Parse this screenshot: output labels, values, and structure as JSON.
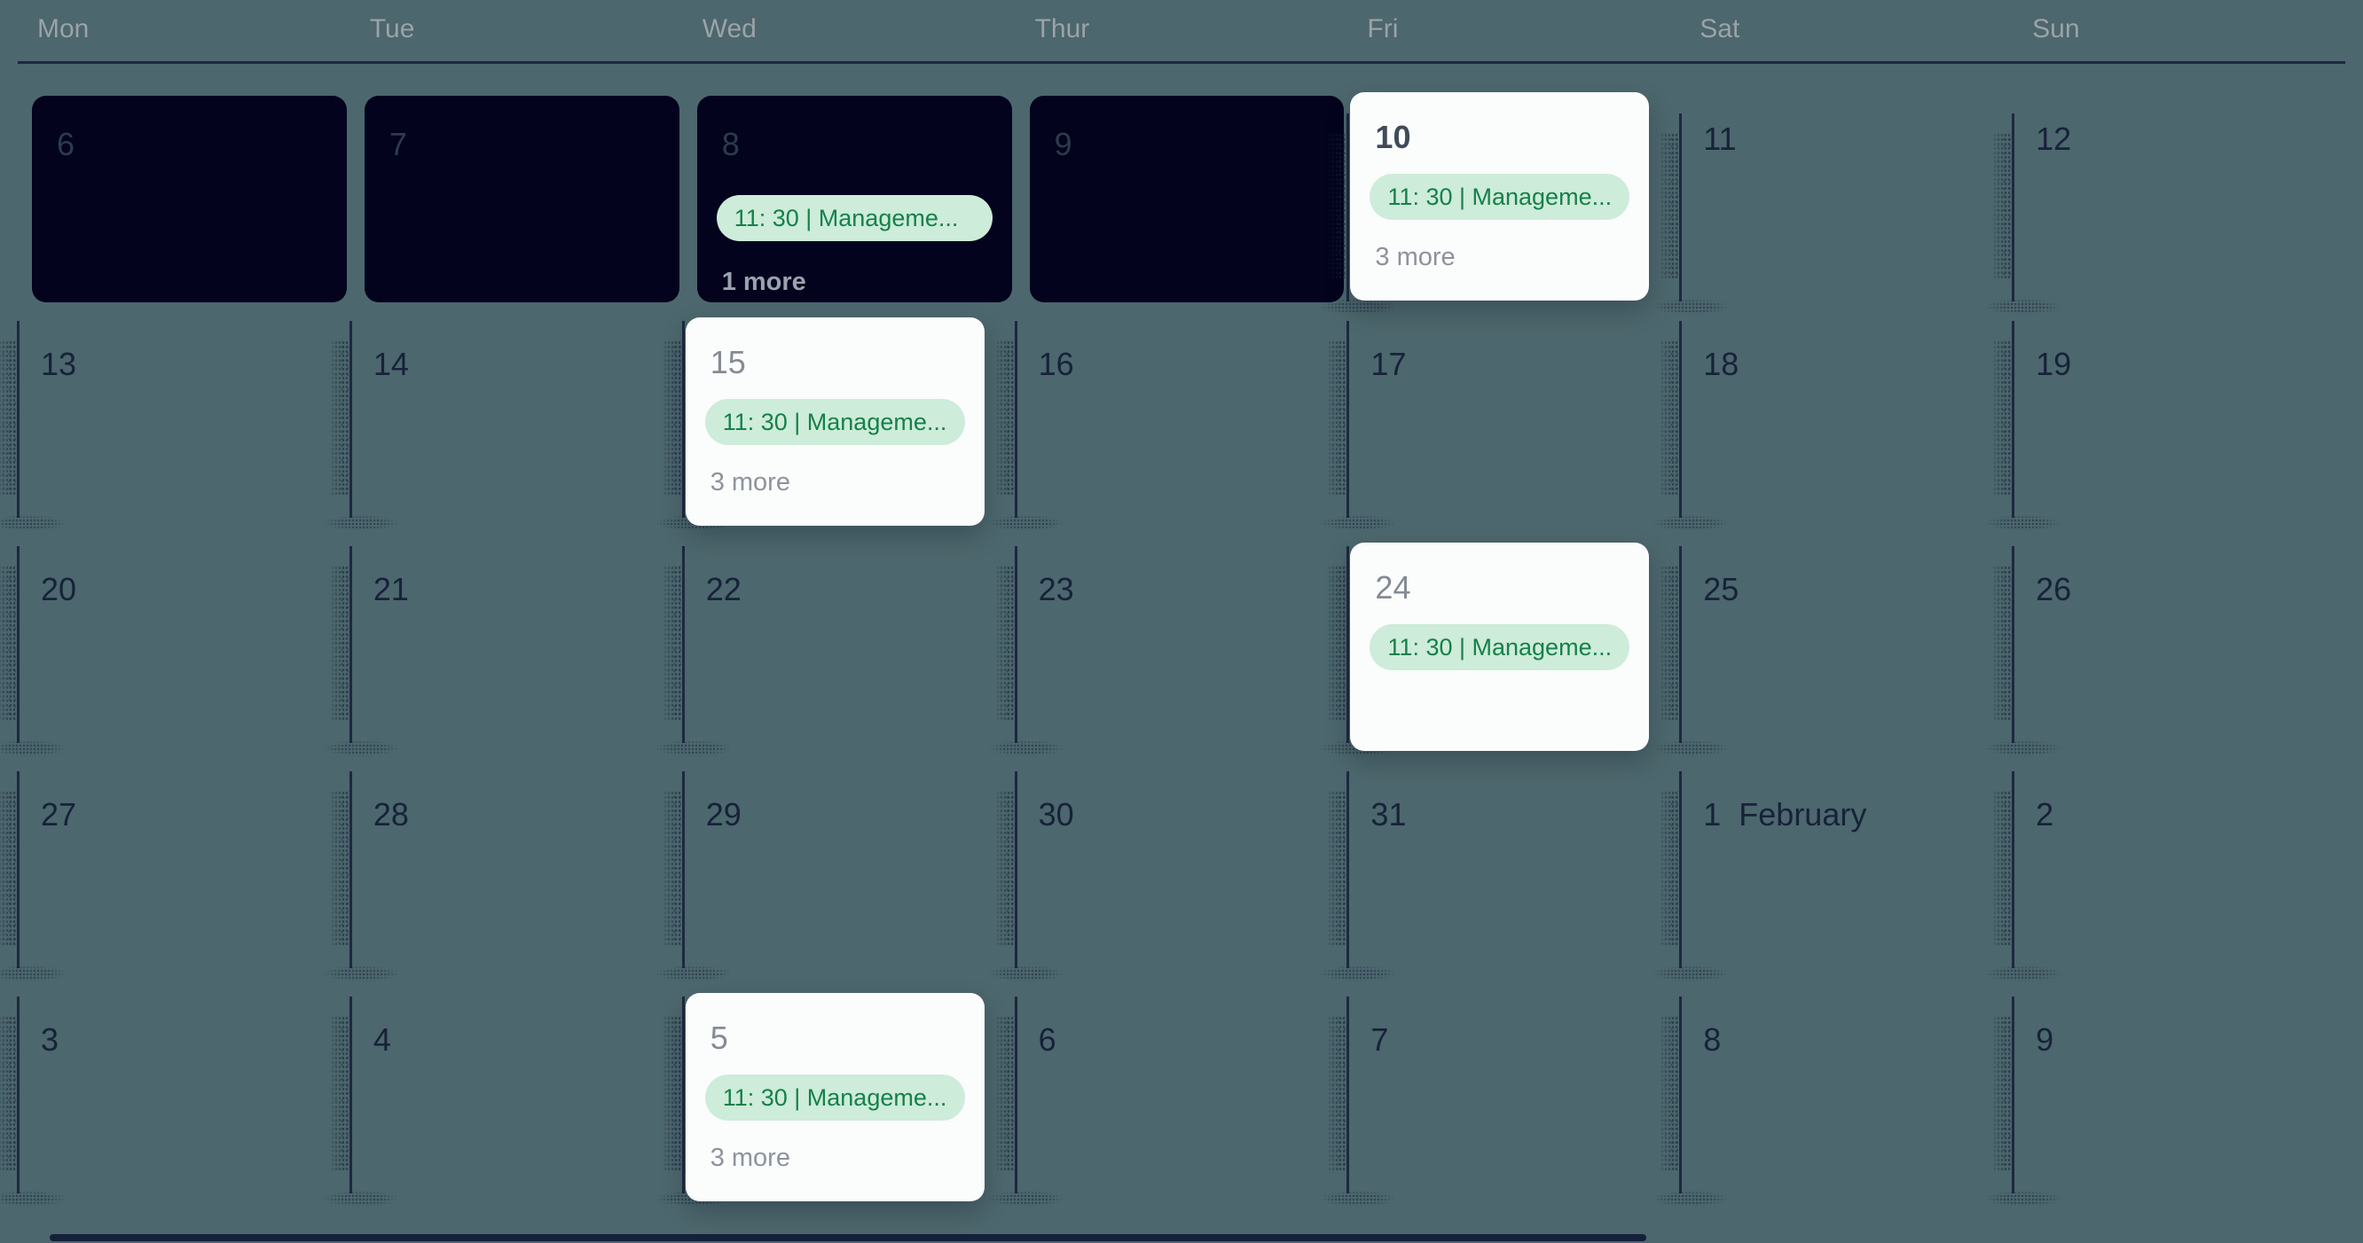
{
  "calendar": {
    "weekdays": [
      "Mon",
      "Tue",
      "Wed",
      "Thur",
      "Fri",
      "Sat",
      "Sun"
    ],
    "event_label": "11: 30 | Manageme...",
    "weeks": [
      {
        "days": [
          {
            "day": "6",
            "variant": "past"
          },
          {
            "day": "7",
            "variant": "past"
          },
          {
            "day": "8",
            "variant": "past",
            "has_event": true,
            "more": "1 more"
          },
          {
            "day": "9",
            "variant": "past"
          },
          {
            "day": "10",
            "variant": "card",
            "bold": true,
            "has_event": true,
            "more": "3 more"
          },
          {
            "day": "11",
            "variant": "plain"
          },
          {
            "day": "12",
            "variant": "plain"
          }
        ]
      },
      {
        "days": [
          {
            "day": "13",
            "variant": "plain"
          },
          {
            "day": "14",
            "variant": "plain"
          },
          {
            "day": "15",
            "variant": "card",
            "has_event": true,
            "more": "3 more"
          },
          {
            "day": "16",
            "variant": "plain"
          },
          {
            "day": "17",
            "variant": "plain"
          },
          {
            "day": "18",
            "variant": "plain"
          },
          {
            "day": "19",
            "variant": "plain"
          }
        ]
      },
      {
        "days": [
          {
            "day": "20",
            "variant": "plain"
          },
          {
            "day": "21",
            "variant": "plain"
          },
          {
            "day": "22",
            "variant": "plain"
          },
          {
            "day": "23",
            "variant": "plain"
          },
          {
            "day": "24",
            "variant": "card",
            "has_event": true
          },
          {
            "day": "25",
            "variant": "plain"
          },
          {
            "day": "26",
            "variant": "plain"
          }
        ]
      },
      {
        "days": [
          {
            "day": "27",
            "variant": "plain"
          },
          {
            "day": "28",
            "variant": "plain"
          },
          {
            "day": "29",
            "variant": "plain"
          },
          {
            "day": "30",
            "variant": "plain"
          },
          {
            "day": "31",
            "variant": "plain"
          },
          {
            "day": "1",
            "variant": "plain",
            "month_label": "February"
          },
          {
            "day": "2",
            "variant": "plain"
          }
        ]
      },
      {
        "days": [
          {
            "day": "3",
            "variant": "plain"
          },
          {
            "day": "4",
            "variant": "plain"
          },
          {
            "day": "5",
            "variant": "card",
            "has_event": true,
            "more": "3 more"
          },
          {
            "day": "6",
            "variant": "plain"
          },
          {
            "day": "7",
            "variant": "plain"
          },
          {
            "day": "8",
            "variant": "plain"
          },
          {
            "day": "9",
            "variant": "plain"
          }
        ]
      }
    ],
    "colors": {
      "background": "#4C676D",
      "past_day_bg": "#03031E",
      "event_card_bg": "#FBFCFC",
      "event_pill_bg": "#CDECD9",
      "event_pill_text": "#16804B",
      "grid_line": "#1D2940",
      "weekday_text": "#9BA3A9",
      "day_number_text": "#17223A",
      "scrollbar_thumb": "#15203A"
    }
  }
}
